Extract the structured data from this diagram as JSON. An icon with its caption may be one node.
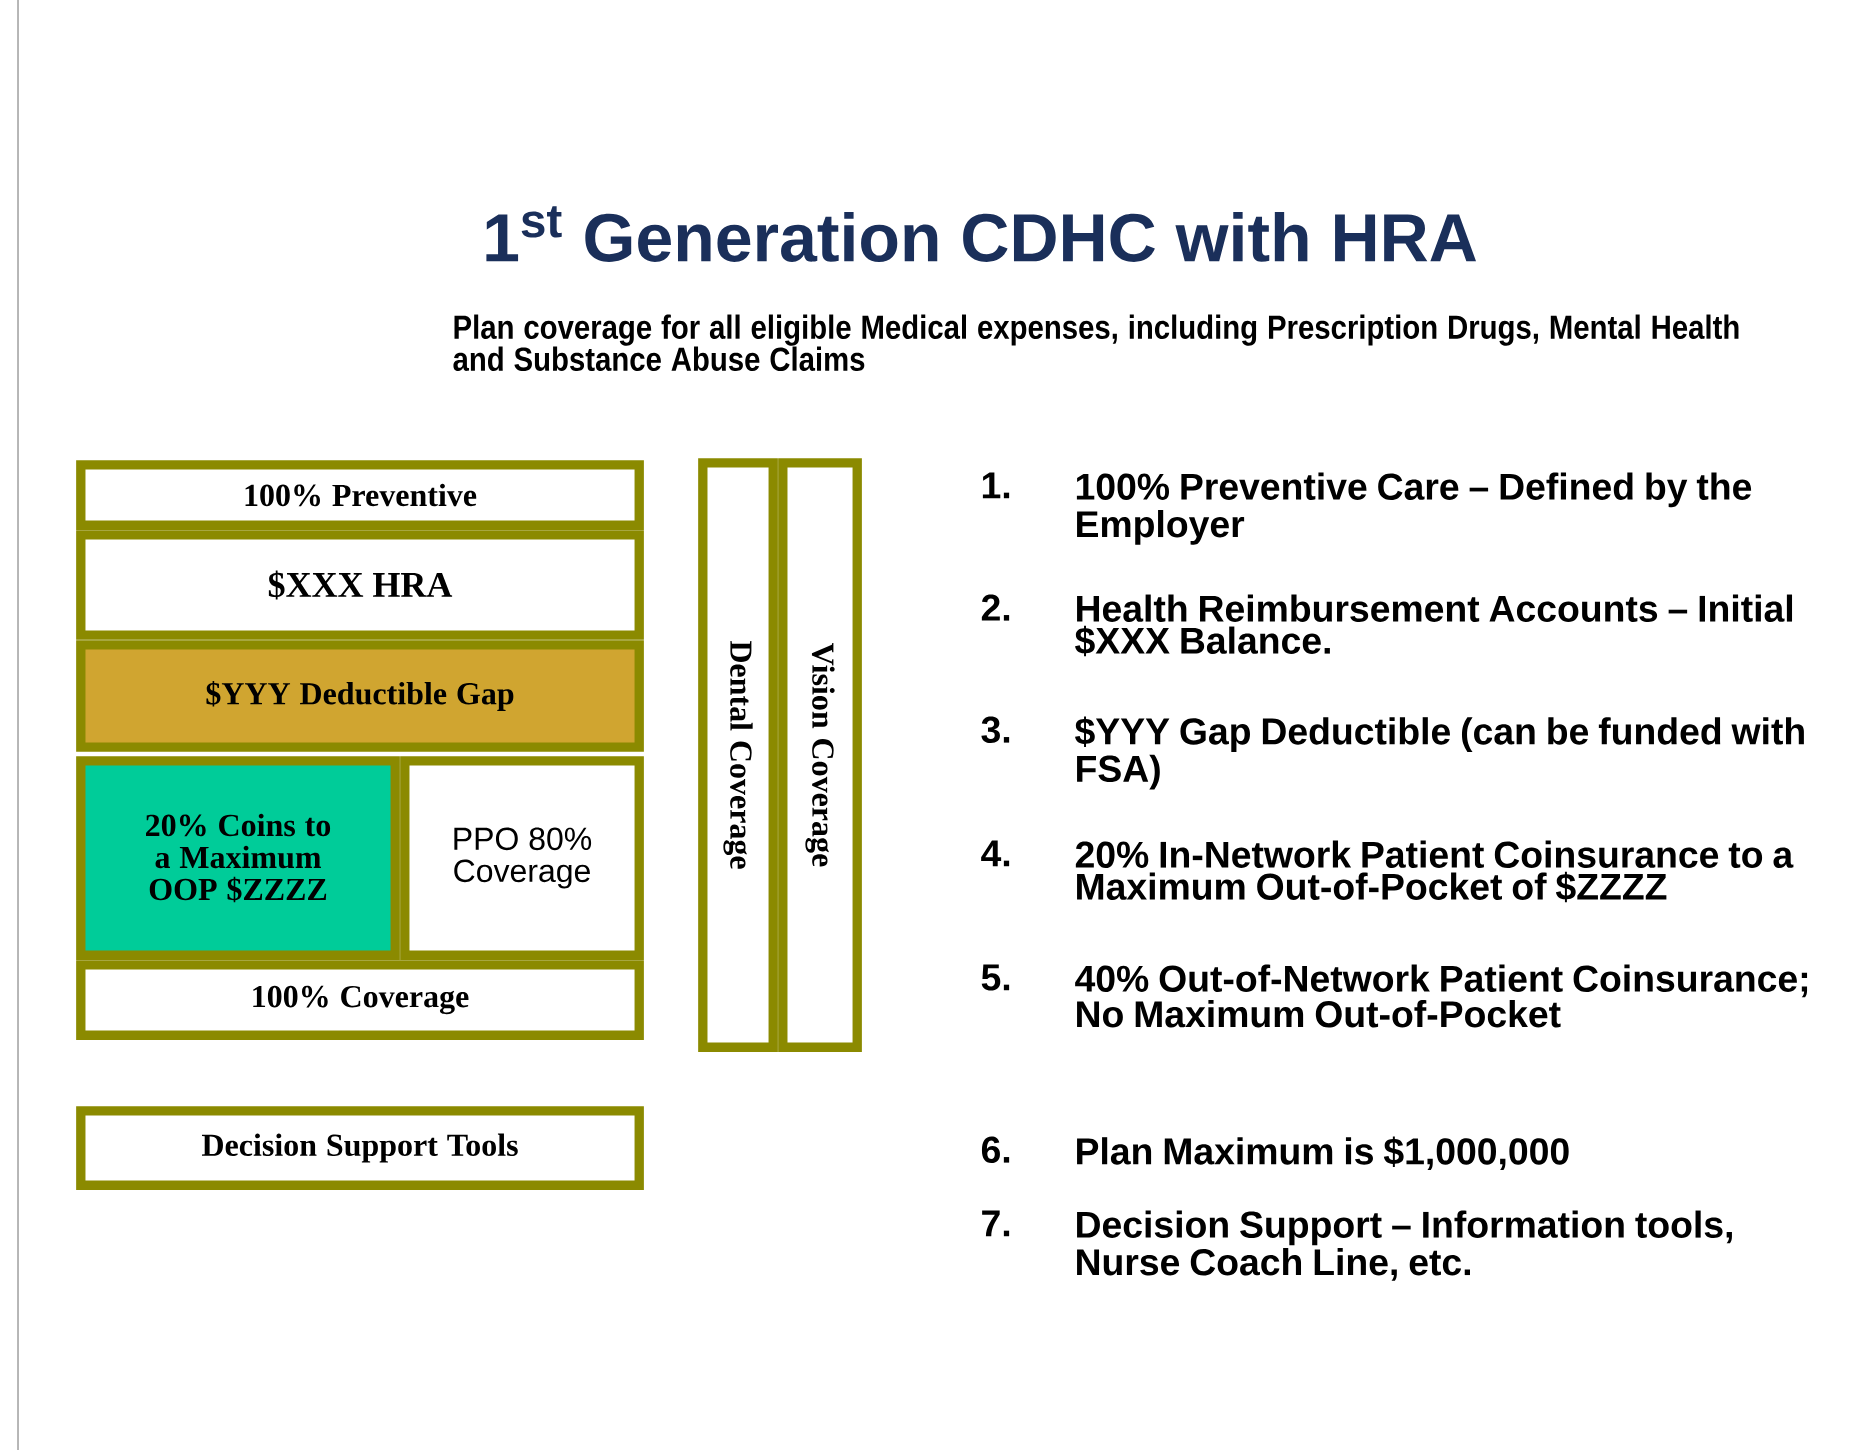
{
  "diagram": {
    "title": "1$^{st}$ Generation CDHC with HRA",
    "nodes": [
      {
        "text": [
          "100%  Preventive"
        ]
      },
      {
        "text": [
          "$XXX HRA"
        ]
      },
      {
        "text": [
          "$YYY Deductible Gap"
        ]
      },
      {
        "text": [
          "20% Coins to a Maximum OOP $ZZZZ"
        ]
      },
      {
        "text": [
          "PPO 80% Coverage"
        ]
      },
      {
        "text": [
          "100%   Coverage"
        ]
      },
      {
        "text": [
          "Decision Support Tools"
        ]
      },
      {
        "text": [
          "Dental  Coverage"
        ]
      },
      {
        "text": [
          "Vision Coverage"
        ]
      }
    ],
    "labels": [
      "Plan coverage for all eligible Medical expenses, including Prescription Drugs, Mental Health and Substance Abuse Claims",
      "1.",
      "100% Preventive Care – Defined by the Employer",
      "2.",
      "Health Reimbursement Accounts – Initial $XXX Balance.",
      "3.",
      "$YYY Gap Deductible (can be funded with FSA)",
      "4.",
      "20% In-Network Patient Coinsurance to a Maximum Out-of-Pocket of $ZZZZ",
      "5.",
      "40% Out-of-Network Patient Coinsurance; No Maximum Out-of-Pocket",
      "6.",
      "Plan Maximum is $1,000,000",
      "7.",
      "Decision Support – Information tools, Nurse Coach Line, etc."
    ]
  }
}
